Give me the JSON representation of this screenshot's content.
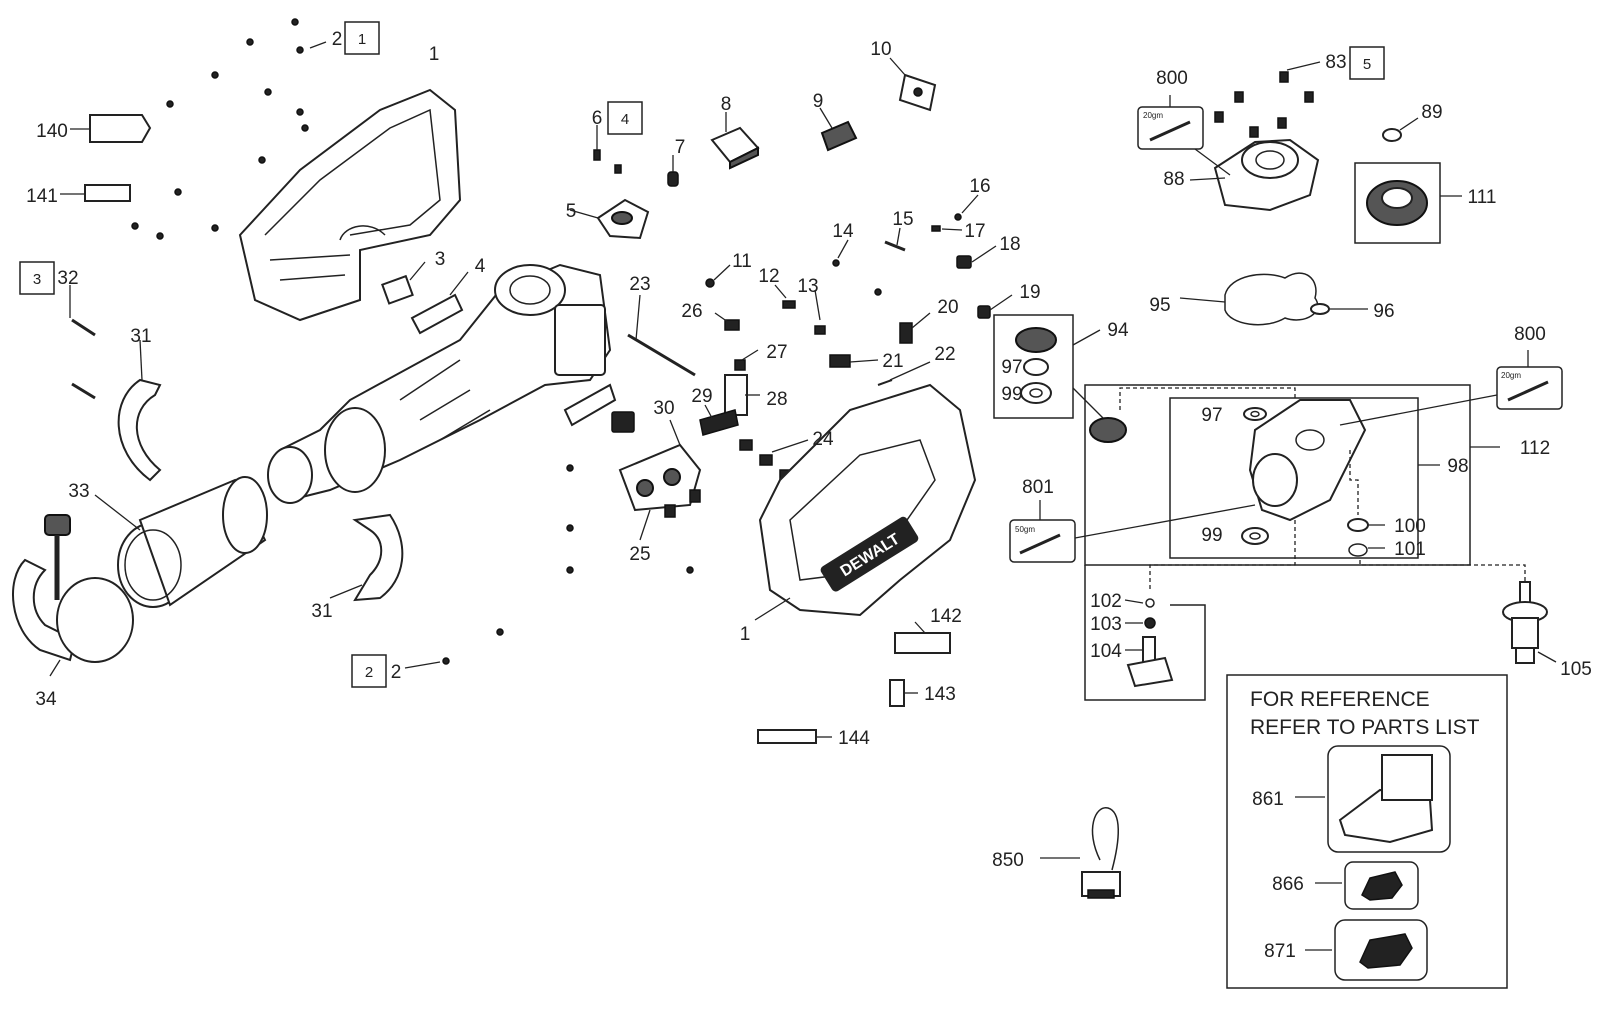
{
  "callouts": [
    {
      "id": "c1a",
      "text": "1"
    },
    {
      "id": "c1b",
      "text": "1"
    },
    {
      "id": "c2a",
      "text": "2"
    },
    {
      "id": "c2b",
      "text": "2"
    },
    {
      "id": "c3",
      "text": "3"
    },
    {
      "id": "c4",
      "text": "4"
    },
    {
      "id": "c5",
      "text": "5"
    },
    {
      "id": "c6",
      "text": "6"
    },
    {
      "id": "c7",
      "text": "7"
    },
    {
      "id": "c8",
      "text": "8"
    },
    {
      "id": "c9",
      "text": "9"
    },
    {
      "id": "c10",
      "text": "10"
    },
    {
      "id": "c11",
      "text": "11"
    },
    {
      "id": "c12",
      "text": "12"
    },
    {
      "id": "c13",
      "text": "13"
    },
    {
      "id": "c14",
      "text": "14"
    },
    {
      "id": "c15",
      "text": "15"
    },
    {
      "id": "c16",
      "text": "16"
    },
    {
      "id": "c17",
      "text": "17"
    },
    {
      "id": "c18",
      "text": "18"
    },
    {
      "id": "c19",
      "text": "19"
    },
    {
      "id": "c20",
      "text": "20"
    },
    {
      "id": "c21",
      "text": "21"
    },
    {
      "id": "c22",
      "text": "22"
    },
    {
      "id": "c23",
      "text": "23"
    },
    {
      "id": "c24",
      "text": "24"
    },
    {
      "id": "c25",
      "text": "25"
    },
    {
      "id": "c26",
      "text": "26"
    },
    {
      "id": "c27",
      "text": "27"
    },
    {
      "id": "c28",
      "text": "28"
    },
    {
      "id": "c29",
      "text": "29"
    },
    {
      "id": "c30",
      "text": "30"
    },
    {
      "id": "c31a",
      "text": "31"
    },
    {
      "id": "c31b",
      "text": "31"
    },
    {
      "id": "c32",
      "text": "32"
    },
    {
      "id": "c33",
      "text": "33"
    },
    {
      "id": "c34",
      "text": "34"
    },
    {
      "id": "c83",
      "text": "83"
    },
    {
      "id": "c88",
      "text": "88"
    },
    {
      "id": "c89",
      "text": "89"
    },
    {
      "id": "c94",
      "text": "94"
    },
    {
      "id": "c95",
      "text": "95"
    },
    {
      "id": "c96",
      "text": "96"
    },
    {
      "id": "c97a",
      "text": "97"
    },
    {
      "id": "c97b",
      "text": "97"
    },
    {
      "id": "c98",
      "text": "98"
    },
    {
      "id": "c99a",
      "text": "99"
    },
    {
      "id": "c99b",
      "text": "99"
    },
    {
      "id": "c100",
      "text": "100"
    },
    {
      "id": "c101",
      "text": "101"
    },
    {
      "id": "c102",
      "text": "102"
    },
    {
      "id": "c103",
      "text": "103"
    },
    {
      "id": "c104",
      "text": "104"
    },
    {
      "id": "c105",
      "text": "105"
    },
    {
      "id": "c111",
      "text": "111"
    },
    {
      "id": "c112",
      "text": "112"
    },
    {
      "id": "c140",
      "text": "140"
    },
    {
      "id": "c141",
      "text": "141"
    },
    {
      "id": "c142",
      "text": "142"
    },
    {
      "id": "c143",
      "text": "143"
    },
    {
      "id": "c144",
      "text": "144"
    },
    {
      "id": "c800a",
      "text": "800"
    },
    {
      "id": "c800b",
      "text": "800"
    },
    {
      "id": "c801",
      "text": "801"
    },
    {
      "id": "c850",
      "text": "850"
    },
    {
      "id": "c861",
      "text": "861"
    },
    {
      "id": "c866",
      "text": "866"
    },
    {
      "id": "c871",
      "text": "871"
    }
  ],
  "boxed_labels": [
    {
      "id": "b1",
      "text": "1"
    },
    {
      "id": "b2",
      "text": "2"
    },
    {
      "id": "b3",
      "text": "3"
    },
    {
      "id": "b4",
      "text": "4"
    },
    {
      "id": "b5",
      "text": "5"
    }
  ],
  "grease_tags": {
    "g800a": "20gm",
    "g800b": "20gm",
    "g801": "50gm"
  },
  "brand_mark": "DEWALT",
  "reference_box": {
    "line1": "FOR REFERENCE",
    "line2": "REFER TO PARTS LIST"
  }
}
